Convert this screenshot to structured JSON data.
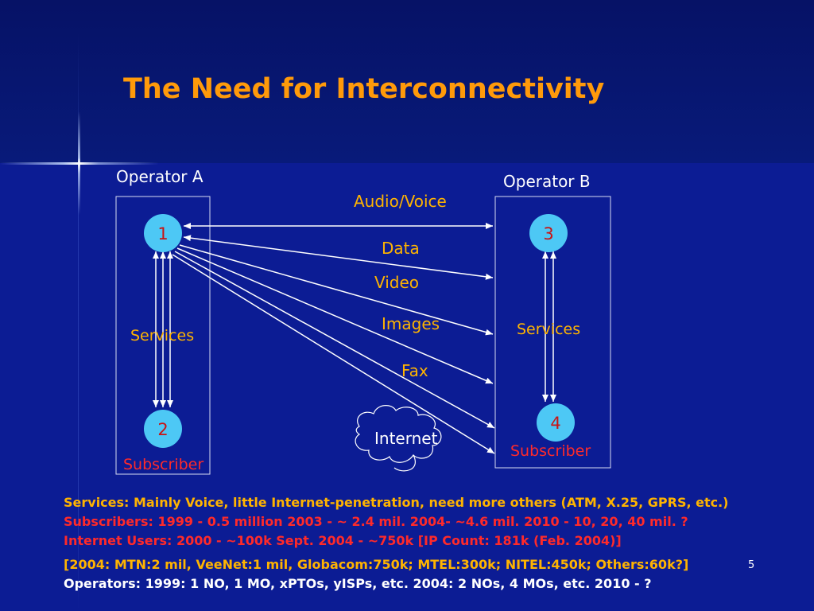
{
  "slide": {
    "title": "The Need for Interconnectivity",
    "number": "5"
  },
  "operators": {
    "a": {
      "label": "Operator A",
      "services_label": "Services",
      "subscriber_label": "Subscriber",
      "node_top": "1",
      "node_bottom": "2"
    },
    "b": {
      "label": "Operator B",
      "services_label": "Services",
      "subscriber_label": "Subscriber",
      "node_top": "3",
      "node_bottom": "4"
    }
  },
  "links": {
    "audio": "Audio/Voice",
    "data": "Data",
    "video": "Video",
    "images": "Images",
    "fax": "Fax",
    "internet": "Internet"
  },
  "notes": {
    "services": "Services: Mainly Voice, little Internet-penetration, need more others (ATM, X.25, GPRS, etc.)",
    "subscribers": "Subscribers: 1999 - 0.5 million   2003 - ~ 2.4 mil.    2004- ~4.6 mil. 2010 - 10, 20, 40 mil. ?",
    "internet_users": "Internet Users: 2000 - ~100k   Sept. 2004 - ~750k [IP Count: 181k (Feb. 2004)]",
    "breakdown": "[2004: MTN:2 mil, VeeNet:1 mil, Globacom:750k; MTEL:300k; NITEL:450k; Others:60k?]",
    "operators": "Operators:    1999: 1 NO, 1 MO, xPTOs, yISPs, etc.   2004: 2 NOs, 4 MOs, etc.  2010 - ?"
  },
  "colors": {
    "title": "#ff9a0a",
    "background": "#0c1c94",
    "node_fill": "#4dc8f5",
    "node_text": "#c81414",
    "orange_text": "#ffb400",
    "red_text": "#ff2a2a",
    "white_text": "#ffffff"
  }
}
